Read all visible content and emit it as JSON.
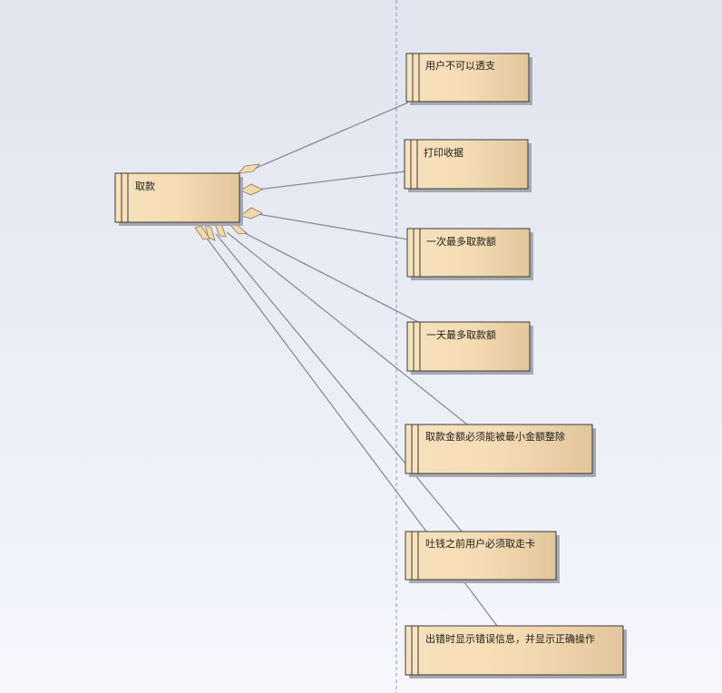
{
  "diagram": {
    "central": {
      "id": "main",
      "label": "取款"
    },
    "requirements": [
      {
        "id": "r1",
        "label": "用户不可以透支"
      },
      {
        "id": "r2",
        "label": "打印收据"
      },
      {
        "id": "r3",
        "label": "一次最多取款额"
      },
      {
        "id": "r4",
        "label": "一天最多取款额"
      },
      {
        "id": "r5",
        "label": "取款金额必须能被最小金额整除"
      },
      {
        "id": "r6",
        "label": "吐钱之前用户必须取走卡"
      },
      {
        "id": "r7",
        "label": "出错时显示错误信息，并显示正确操作"
      }
    ]
  },
  "colors": {
    "box_light": "#f5deb8",
    "box_dark": "#e4c89c",
    "border": "#3a3a3a",
    "connector": "#8a8d96",
    "swimlane": "#8f9bc6"
  }
}
